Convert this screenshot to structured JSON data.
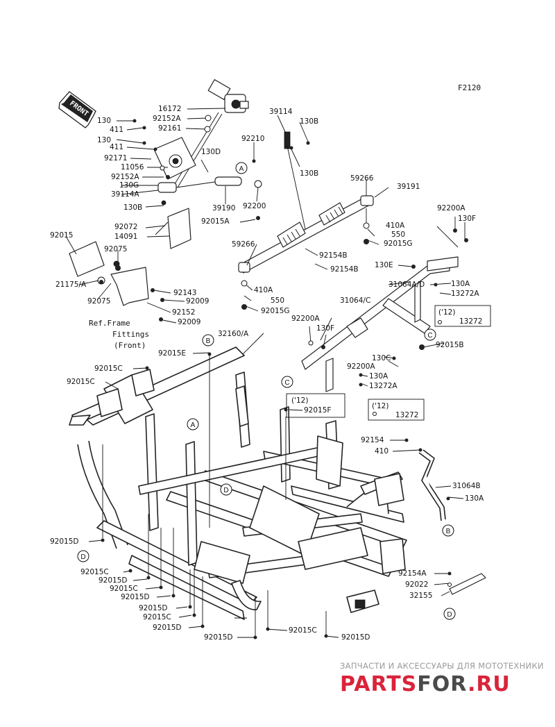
{
  "diagram_code": "F2120",
  "front_label": "FRONT",
  "ref_frame_note": [
    "Ref.Frame",
    "Fittings",
    "(Front)"
  ],
  "callouts": [
    "A",
    "B",
    "C",
    "D"
  ],
  "parts": [
    {
      "id": "p1",
      "text": "130"
    },
    {
      "id": "p2",
      "text": "411"
    },
    {
      "id": "p3",
      "text": "130"
    },
    {
      "id": "p4",
      "text": "411"
    },
    {
      "id": "p5",
      "text": "16172"
    },
    {
      "id": "p6",
      "text": "92152A"
    },
    {
      "id": "p7",
      "text": "92161"
    },
    {
      "id": "p8",
      "text": "92171"
    },
    {
      "id": "p9",
      "text": "11056"
    },
    {
      "id": "p10",
      "text": "92152A"
    },
    {
      "id": "p11",
      "text": "130G"
    },
    {
      "id": "p12",
      "text": "39114A"
    },
    {
      "id": "p13",
      "text": "130B"
    },
    {
      "id": "p14",
      "text": "130D"
    },
    {
      "id": "p15",
      "text": "39114"
    },
    {
      "id": "p16",
      "text": "130B"
    },
    {
      "id": "p17",
      "text": "130B"
    },
    {
      "id": "p18",
      "text": "92210"
    },
    {
      "id": "p19",
      "text": "39190"
    },
    {
      "id": "p20",
      "text": "92200"
    },
    {
      "id": "p21",
      "text": "92015A"
    },
    {
      "id": "p22",
      "text": "92072"
    },
    {
      "id": "p23",
      "text": "14091"
    },
    {
      "id": "p24",
      "text": "59266"
    },
    {
      "id": "p25",
      "text": "39191"
    },
    {
      "id": "p26",
      "text": "410A"
    },
    {
      "id": "p27",
      "text": "550"
    },
    {
      "id": "p28",
      "text": "92015G"
    },
    {
      "id": "p29",
      "text": "92015"
    },
    {
      "id": "p30",
      "text": "92075"
    },
    {
      "id": "p31",
      "text": "59266"
    },
    {
      "id": "p32",
      "text": "92154B"
    },
    {
      "id": "p33",
      "text": "92154B"
    },
    {
      "id": "p34",
      "text": "92200A"
    },
    {
      "id": "p35",
      "text": "130F"
    },
    {
      "id": "p36",
      "text": "130E"
    },
    {
      "id": "p37",
      "text": "21175/A"
    },
    {
      "id": "p38",
      "text": "92143"
    },
    {
      "id": "p39",
      "text": "92075"
    },
    {
      "id": "p40",
      "text": "92009"
    },
    {
      "id": "p41",
      "text": "92152"
    },
    {
      "id": "p42",
      "text": "92009"
    },
    {
      "id": "p43",
      "text": "410A"
    },
    {
      "id": "p44",
      "text": "550"
    },
    {
      "id": "p45",
      "text": "92015G"
    },
    {
      "id": "p46",
      "text": "31064A/D"
    },
    {
      "id": "p47",
      "text": "130A"
    },
    {
      "id": "p48",
      "text": "13272A"
    },
    {
      "id": "p49",
      "text": "31064/C"
    },
    {
      "id": "p50",
      "text": "92200A"
    },
    {
      "id": "p51",
      "text": "130F"
    },
    {
      "id": "p52",
      "text": "('12)"
    },
    {
      "id": "p53",
      "text": "13272"
    },
    {
      "id": "p54",
      "text": "92015B"
    },
    {
      "id": "p55",
      "text": "32160/A"
    },
    {
      "id": "p56",
      "text": "92015E"
    },
    {
      "id": "p57",
      "text": "130C"
    },
    {
      "id": "p58",
      "text": "92200A"
    },
    {
      "id": "p59",
      "text": "130A"
    },
    {
      "id": "p60",
      "text": "13272A"
    },
    {
      "id": "p61",
      "text": "92015C"
    },
    {
      "id": "p62",
      "text": "92015C"
    },
    {
      "id": "p63",
      "text": "('12)"
    },
    {
      "id": "p64",
      "text": "92015F"
    },
    {
      "id": "p65",
      "text": "('12)"
    },
    {
      "id": "p66",
      "text": "13272"
    },
    {
      "id": "p67",
      "text": "92154"
    },
    {
      "id": "p68",
      "text": "410"
    },
    {
      "id": "p69",
      "text": "31064B"
    },
    {
      "id": "p70",
      "text": "130A"
    },
    {
      "id": "p71",
      "text": "92015D"
    },
    {
      "id": "p72",
      "text": "92015C"
    },
    {
      "id": "p73",
      "text": "92015D"
    },
    {
      "id": "p74",
      "text": "92015C"
    },
    {
      "id": "p75",
      "text": "92015D"
    },
    {
      "id": "p76",
      "text": "92015D"
    },
    {
      "id": "p77",
      "text": "92015C"
    },
    {
      "id": "p78",
      "text": "92015D"
    },
    {
      "id": "p79",
      "text": "92015D"
    },
    {
      "id": "p80",
      "text": "92015C"
    },
    {
      "id": "p81",
      "text": "92015D"
    },
    {
      "id": "p82",
      "text": "92154A"
    },
    {
      "id": "p83",
      "text": "92022"
    },
    {
      "id": "p84",
      "text": "32155"
    }
  ],
  "watermark": {
    "tagline": "ЗАПЧАСТИ И АКСЕССУАРЫ ДЛЯ МОТОТЕХНИКИ",
    "brand_part1": "PARTS",
    "brand_part2": "FOR",
    "brand_part3": ".RU",
    "brand_color": "#d9243a",
    "brand_color_dark": "#4a4a4a"
  }
}
